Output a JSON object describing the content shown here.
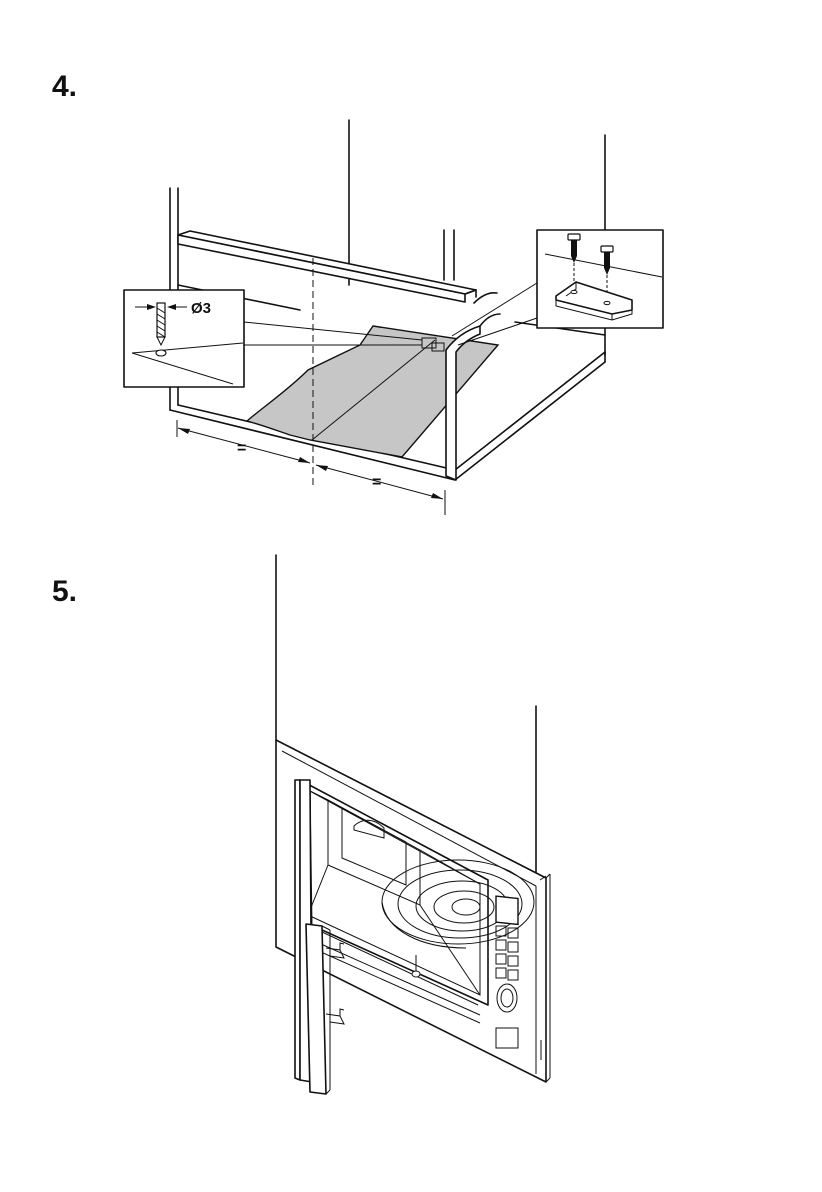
{
  "step4": {
    "number": "4.",
    "drill_diameter_label": "Ø3",
    "equal_left_label": "=",
    "equal_right_label": "="
  },
  "step5": {
    "number": "5."
  },
  "colors": {
    "line": "#111111",
    "template_fill": "#c6c6c6",
    "background": "#ffffff"
  }
}
